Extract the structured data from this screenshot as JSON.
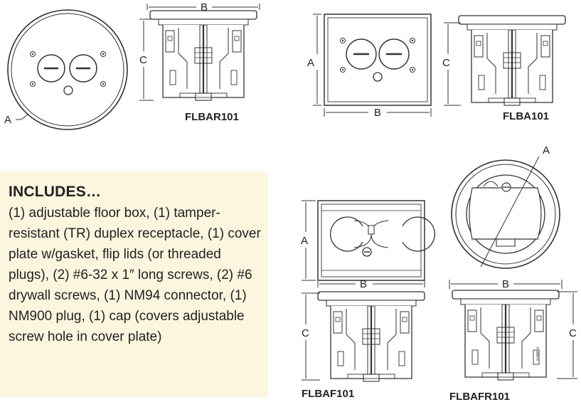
{
  "dimension_labels": {
    "a": "A",
    "b": "B",
    "c": "C"
  },
  "models": {
    "round_recessed": "FLBAR101",
    "rectangular": "FLBA101",
    "rectangular_flip": "FLBAF101",
    "round_flip": "FLBAFR101"
  },
  "includes": {
    "heading": "INCLUDES…",
    "text": "(1) adjustable floor box, (1) tamper-resistant (TR) duplex receptacle, (1) cover plate w/gasket, flip lids (or threaded plugs), (2) #6-32 x 1″ long screws, (2) #6 drywall screws, (1) NM94 connector, (1) NM900 plug, (1) cap (covers adjustable screw hole in cover plate)"
  },
  "colors": {
    "panel_background": "#fcf6df",
    "line": "#333333"
  }
}
